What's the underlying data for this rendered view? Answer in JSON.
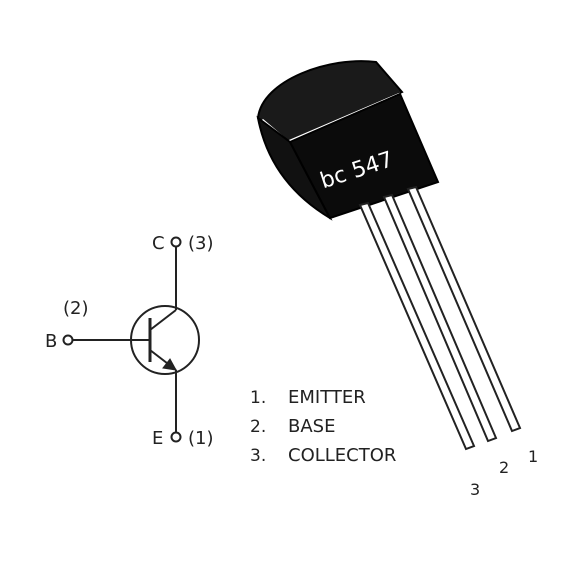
{
  "package": {
    "marking": "bc 547"
  },
  "symbol": {
    "collector_letter": "C",
    "collector_pin": "(3)",
    "base_letter": "B",
    "base_pin": "(2)",
    "emitter_letter": "E",
    "emitter_pin": "(1)"
  },
  "legend": [
    {
      "num": "1.",
      "name": "EMITTER"
    },
    {
      "num": "2.",
      "name": "BASE"
    },
    {
      "num": "3.",
      "name": "COLLECTOR"
    }
  ],
  "lead_numbers": {
    "lead1": "1",
    "lead2": "2",
    "lead3": "3"
  }
}
